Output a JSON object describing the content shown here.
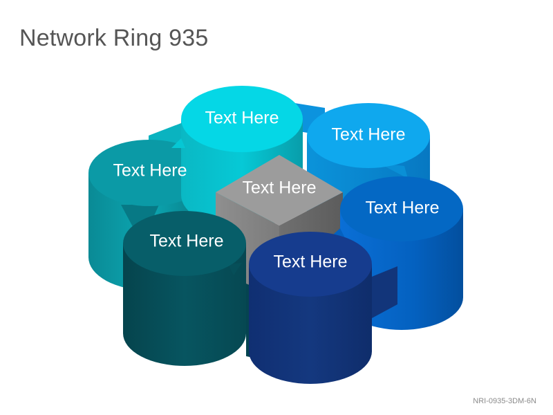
{
  "title": "Network Ring 935",
  "center": {
    "label": "Text Here"
  },
  "nodes": [
    {
      "label": "Text Here",
      "color": "#05D7E6"
    },
    {
      "label": "Text Here",
      "color": "#0FA8EE"
    },
    {
      "label": "Text Here",
      "color": "#0468C4"
    },
    {
      "label": "Text Here",
      "color": "#163C8E"
    },
    {
      "label": "Text Here",
      "color": "#075E69"
    },
    {
      "label": "Text Here",
      "color": "#0B9AA6"
    }
  ],
  "footer": {
    "code": "NRI-0935-3DM-6N"
  }
}
